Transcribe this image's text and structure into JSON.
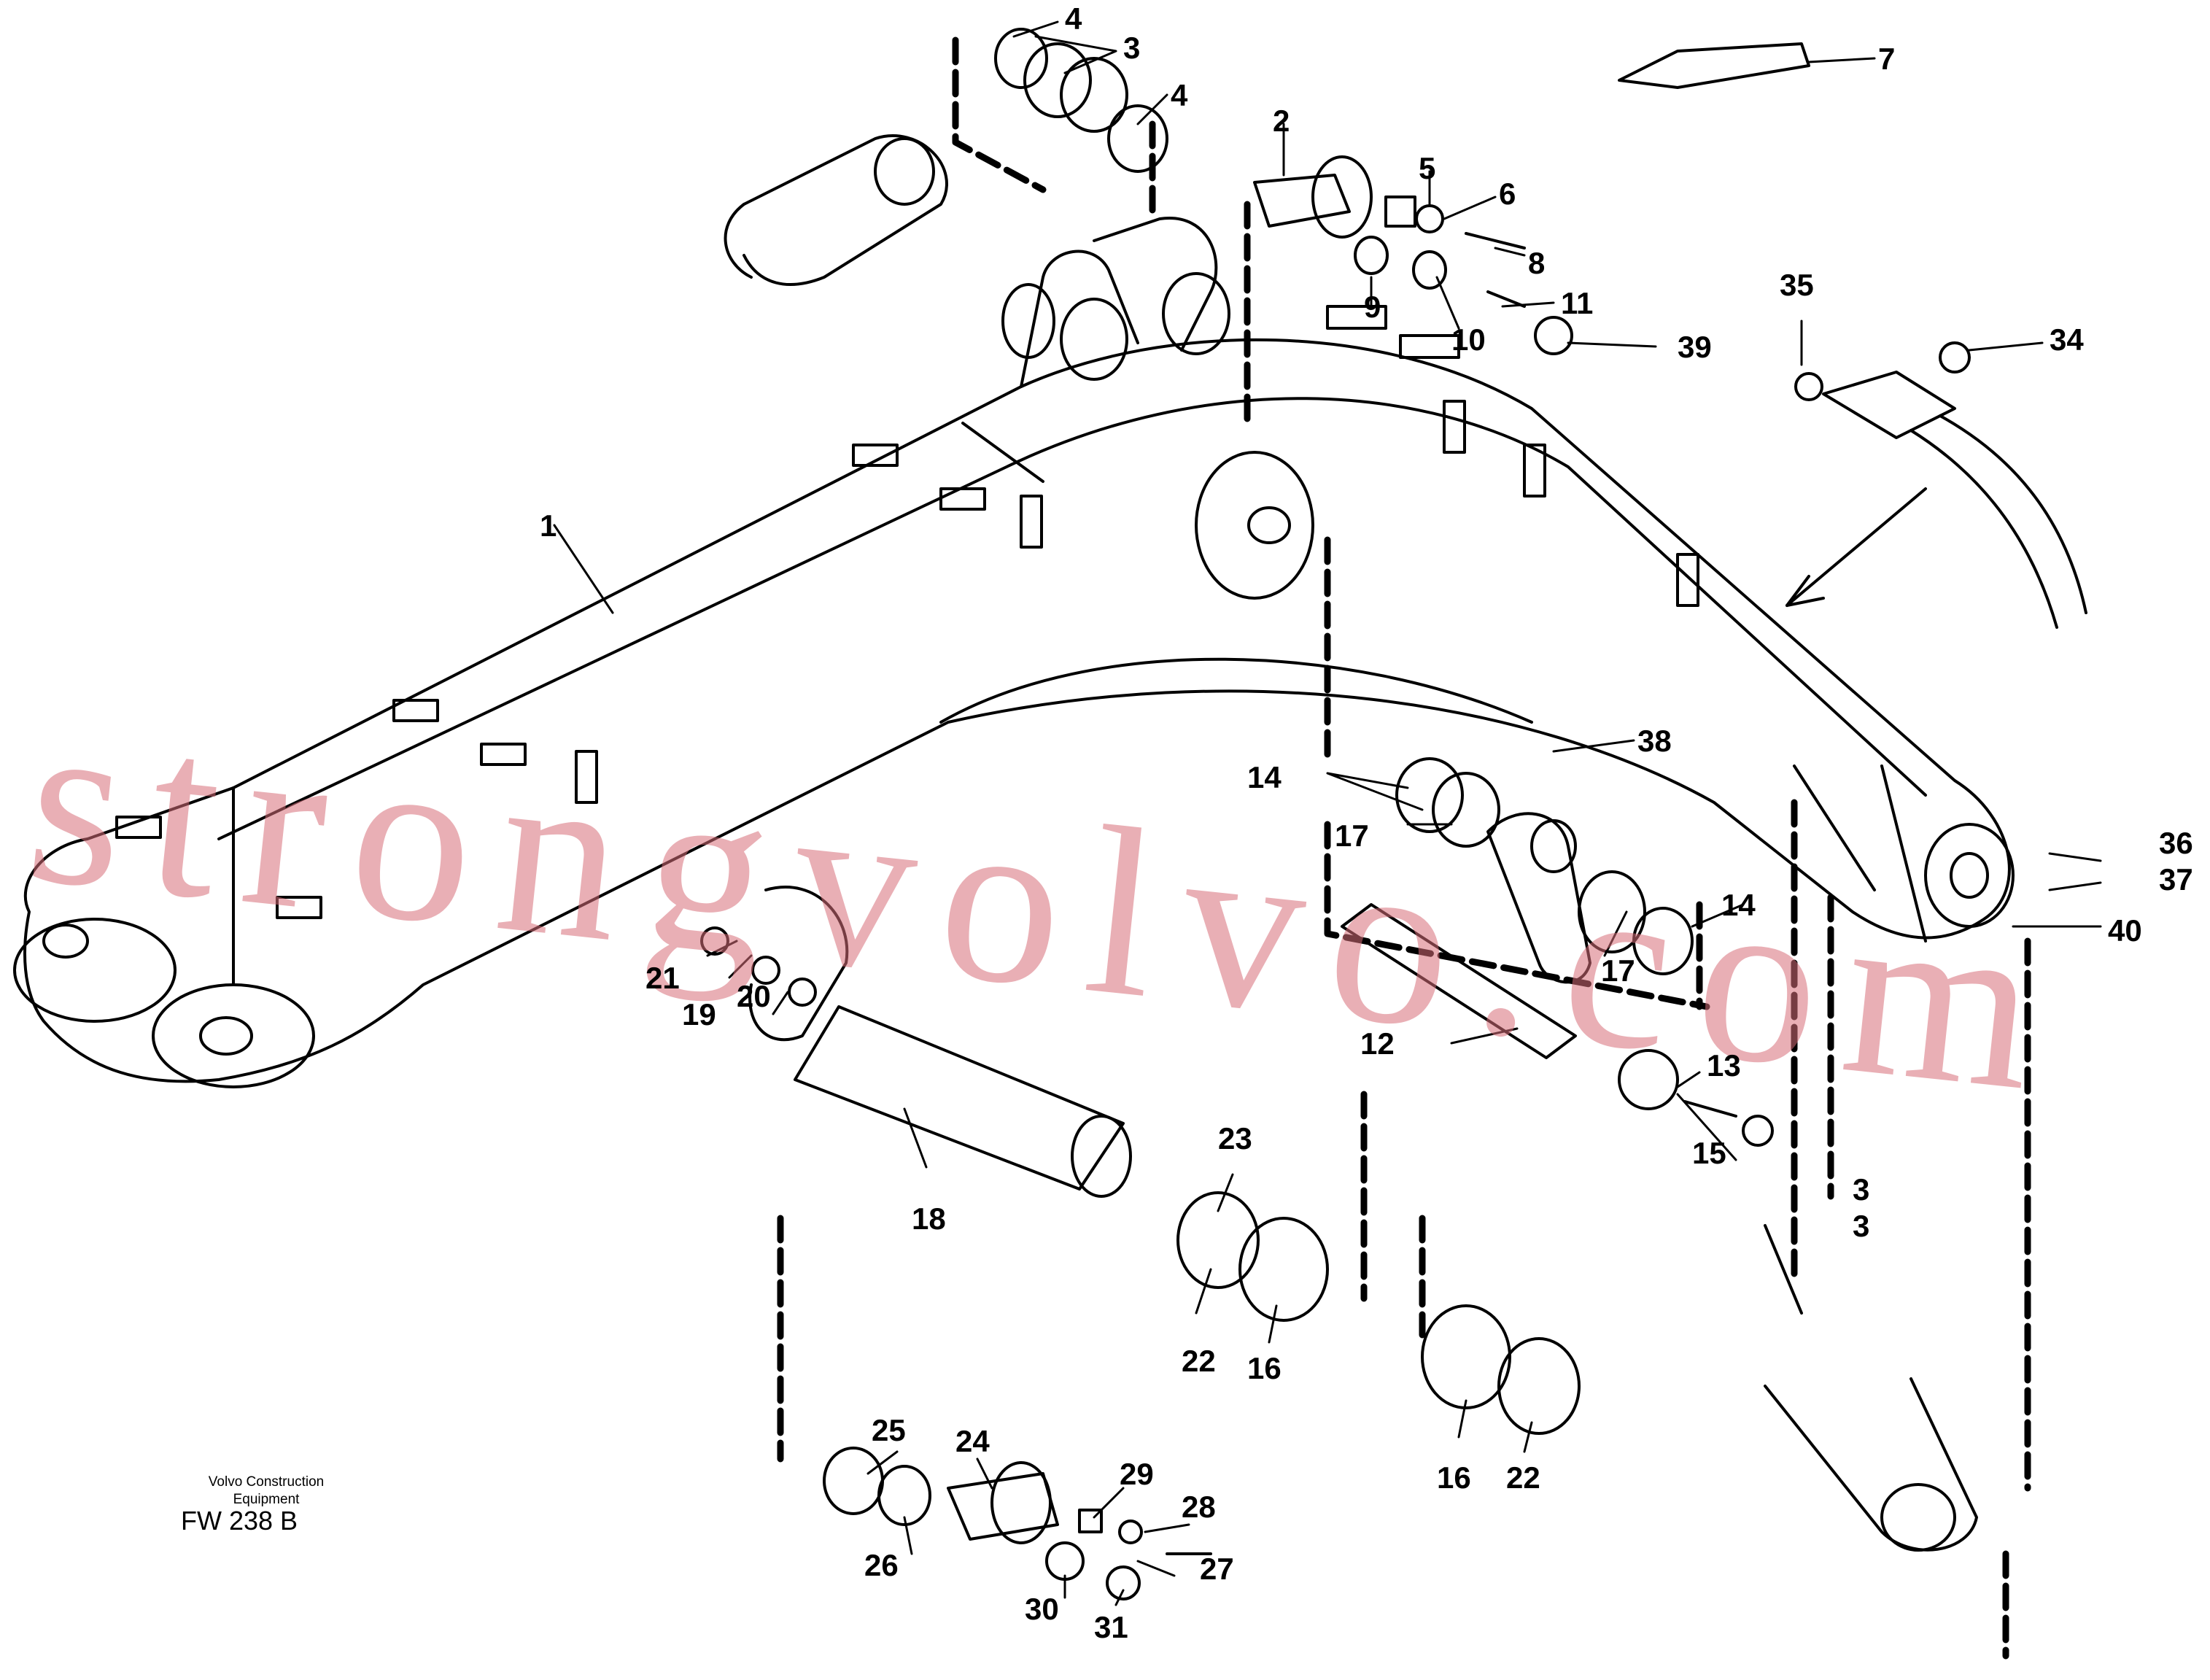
{
  "callouts": [
    {
      "name": "callout-1",
      "text": "1"
    },
    {
      "name": "callout-2",
      "text": "2"
    },
    {
      "name": "callout-3",
      "text": "3"
    },
    {
      "name": "callout-4-top",
      "text": "4"
    },
    {
      "name": "callout-4-mid",
      "text": "4"
    },
    {
      "name": "callout-5",
      "text": "5"
    },
    {
      "name": "callout-6",
      "text": "6"
    },
    {
      "name": "callout-7",
      "text": "7"
    },
    {
      "name": "callout-8",
      "text": "8"
    },
    {
      "name": "callout-9",
      "text": "9"
    },
    {
      "name": "callout-10",
      "text": "10"
    },
    {
      "name": "callout-11",
      "text": "11"
    },
    {
      "name": "callout-12",
      "text": "12"
    },
    {
      "name": "callout-13",
      "text": "13"
    },
    {
      "name": "callout-14-left",
      "text": "14"
    },
    {
      "name": "callout-14-right",
      "text": "14"
    },
    {
      "name": "callout-15",
      "text": "15"
    },
    {
      "name": "callout-16-left",
      "text": "16"
    },
    {
      "name": "callout-16-right",
      "text": "16"
    },
    {
      "name": "callout-17-left",
      "text": "17"
    },
    {
      "name": "callout-17-right",
      "text": "17"
    },
    {
      "name": "callout-18",
      "text": "18"
    },
    {
      "name": "callout-19",
      "text": "19"
    },
    {
      "name": "callout-20",
      "text": "20"
    },
    {
      "name": "callout-21",
      "text": "21"
    },
    {
      "name": "callout-22-left",
      "text": "22"
    },
    {
      "name": "callout-22-right",
      "text": "22"
    },
    {
      "name": "callout-23",
      "text": "23"
    },
    {
      "name": "callout-24",
      "text": "24"
    },
    {
      "name": "callout-25",
      "text": "25"
    },
    {
      "name": "callout-26",
      "text": "26"
    },
    {
      "name": "callout-27",
      "text": "27"
    },
    {
      "name": "callout-28",
      "text": "28"
    },
    {
      "name": "callout-29",
      "text": "29"
    },
    {
      "name": "callout-30",
      "text": "30"
    },
    {
      "name": "callout-31",
      "text": "31"
    },
    {
      "name": "callout-32-partial",
      "text": "3"
    },
    {
      "name": "callout-33-partial",
      "text": "3"
    },
    {
      "name": "callout-34",
      "text": "34"
    },
    {
      "name": "callout-35",
      "text": "35"
    },
    {
      "name": "callout-36",
      "text": "36"
    },
    {
      "name": "callout-37",
      "text": "37"
    },
    {
      "name": "callout-38",
      "text": "38"
    },
    {
      "name": "callout-39",
      "text": "39"
    },
    {
      "name": "callout-40",
      "text": "40"
    }
  ],
  "credit": {
    "line1": "Volvo Construction",
    "line2": "Equipment"
  },
  "figure_code": "FW 238 B",
  "watermark": "strongvolvo.com",
  "colors": {
    "ink": "#000000",
    "watermark": "#d76e78",
    "paper": "#ffffff"
  }
}
